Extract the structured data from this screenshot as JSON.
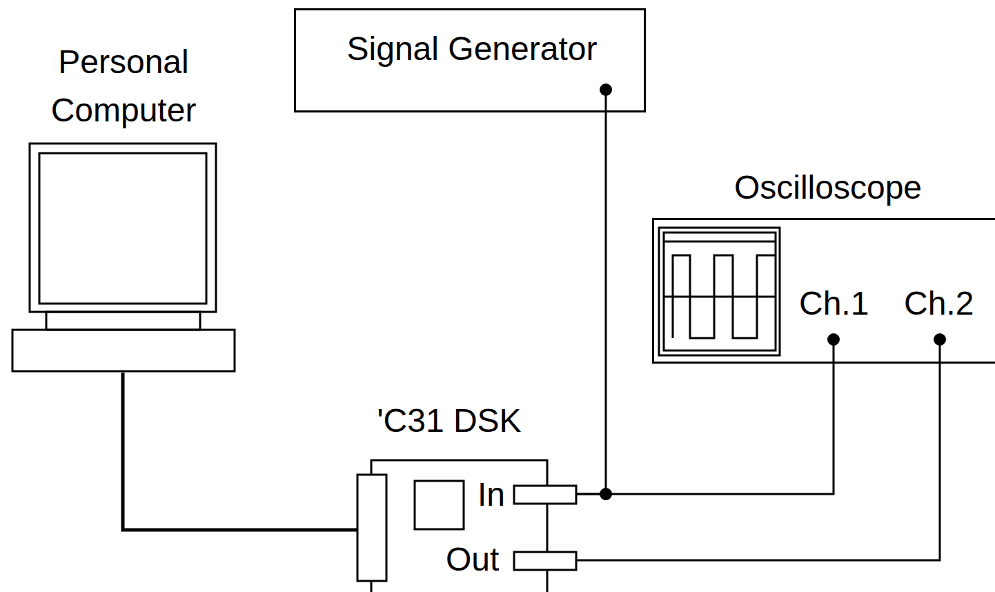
{
  "diagram": {
    "nodes": [
      {
        "text": [
          "Personal Computer"
        ]
      },
      {
        "text": [
          "Signal Generator"
        ]
      },
      {
        "text": [
          "Oscilloscope"
        ]
      },
      {
        "text": [
          "'C31 DSK"
        ]
      }
    ],
    "edges": [
      {
        "from": 0,
        "to": 3,
        "arrow": "none"
      },
      {
        "from": 1,
        "to": 3,
        "arrow": "none"
      },
      {
        "from": 3,
        "to": 2,
        "arrow": "none"
      },
      {
        "from": 3,
        "to": 2,
        "arrow": "none"
      }
    ],
    "labels": [
      "Ch.1",
      "Ch.2",
      "In",
      "Out"
    ]
  }
}
